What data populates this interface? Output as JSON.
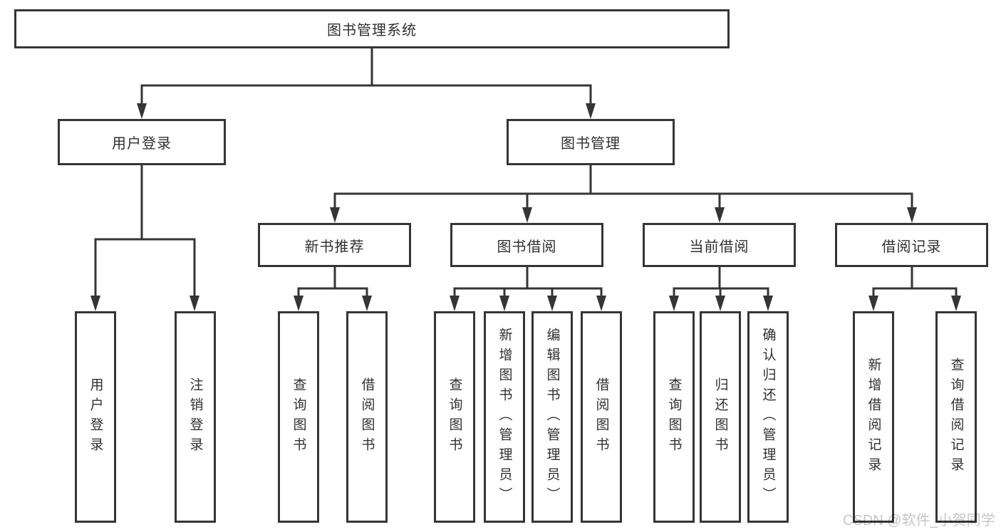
{
  "colors": {
    "line": "#353535",
    "text": "#303030",
    "watermark": "#c6c6c6"
  },
  "tree": {
    "label": "图书管理系统",
    "children": [
      {
        "label": "用户登录",
        "children": [
          {
            "label": "用户登录"
          },
          {
            "label": "注销登录"
          }
        ]
      },
      {
        "label": "图书管理",
        "children": [
          {
            "label": "新书推荐",
            "children": [
              {
                "label": "查询图书"
              },
              {
                "label": "借阅图书"
              }
            ]
          },
          {
            "label": "图书借阅",
            "children": [
              {
                "label": "查询图书"
              },
              {
                "label": "新增图书（管理员）"
              },
              {
                "label": "编辑图书（管理员）"
              },
              {
                "label": "借阅图书"
              }
            ]
          },
          {
            "label": "当前借阅",
            "children": [
              {
                "label": "查询图书"
              },
              {
                "label": "归还图书"
              },
              {
                "label": "确认归还（管理员）"
              }
            ]
          },
          {
            "label": "借阅记录",
            "children": [
              {
                "label": "新增借阅记录"
              },
              {
                "label": "查询借阅记录"
              }
            ]
          }
        ]
      }
    ]
  },
  "watermark": {
    "text": "CSDN @软件_小贺同学"
  }
}
